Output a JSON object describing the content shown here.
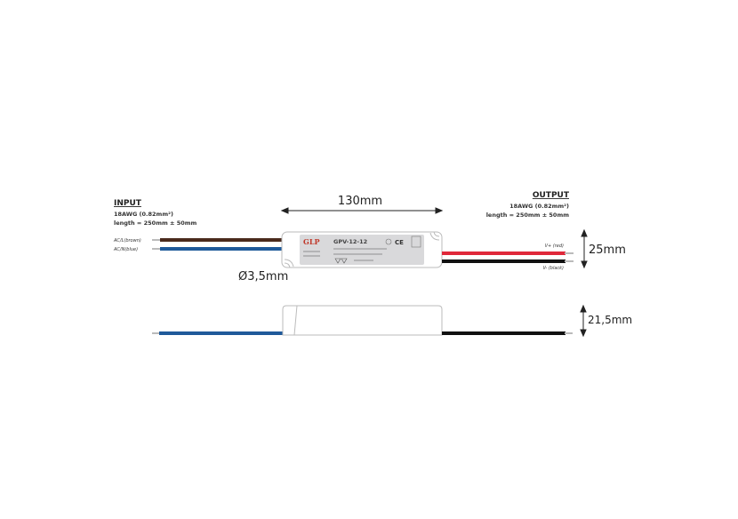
{
  "input": {
    "title": "INPUT",
    "gauge": "18AWG (0.82mm²)",
    "length": "length = 250mm ± 50mm",
    "wire_l": "AC/L(brown)",
    "wire_n": "AC/N(blue)"
  },
  "output": {
    "title": "OUTPUT",
    "gauge": "18AWG (0.82mm²)",
    "length": "length = 250mm ± 50mm",
    "wire_pos": "V+ (red)",
    "wire_neg": "V- (black)"
  },
  "module": {
    "brand": "GLP",
    "model": "GPV-12-12",
    "ce_mark": "CE"
  },
  "dimensions": {
    "length": "130mm",
    "width": "25mm",
    "height": "21,5mm",
    "cable_diameter": "Ø3,5mm"
  },
  "colors": {
    "brown": "#4a2a1c",
    "blue": "#1f5a9a",
    "red": "#e0283a",
    "black": "#111111",
    "module_label": "#d9d9db"
  }
}
